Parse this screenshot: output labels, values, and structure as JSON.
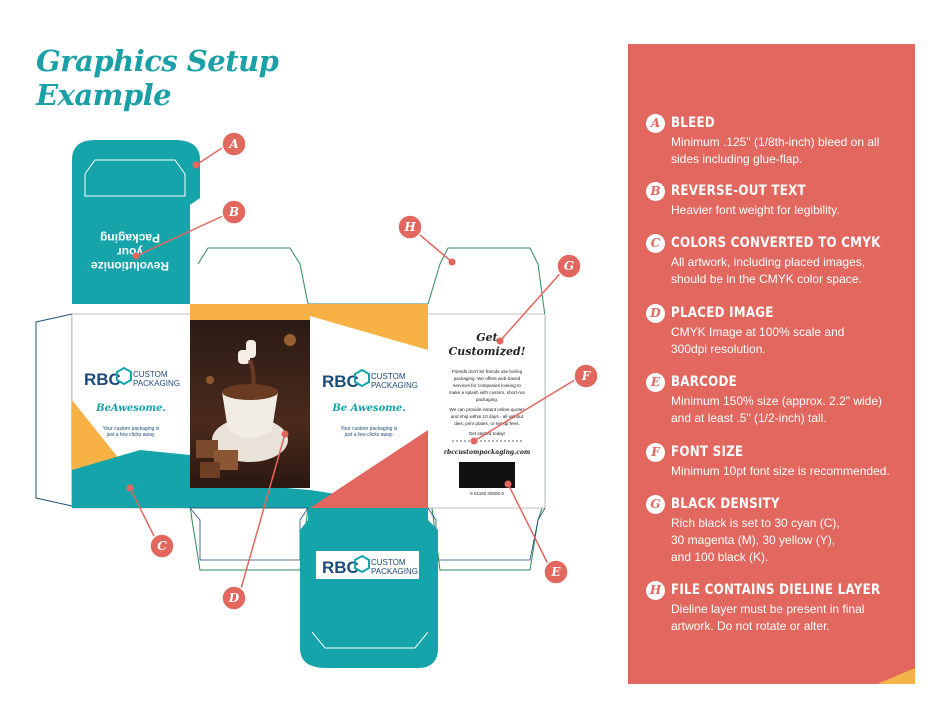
{
  "title": {
    "line1": "Graphics Setup",
    "line2": "Example"
  },
  "colors": {
    "teal": "#16a4ab",
    "coral": "#e2675f",
    "orange": "#f7b144",
    "navy": "#1d4b7a",
    "dieline": "#2e8b57"
  },
  "box": {
    "brand_letters": "RBC",
    "brand_line1": "CUSTOM",
    "brand_line2": "PACKAGING",
    "tagline": "BeAwesome.",
    "tagline_2": "Be Awesome.",
    "small_text_1": "Your custom packaging is",
    "small_text_2": "just a few clicks away.",
    "top_flap_line1": "Revolutionize",
    "top_flap_line2": "your",
    "top_flap_line3": "Packaging",
    "side_heading_1": "Get",
    "side_heading_2": "Customized!",
    "side_para_1": "Friends don't let friends use boring",
    "side_para_2": "packaging. We offers web-based",
    "side_para_3": "services for companies looking to",
    "side_para_4": "make a splash with custom, short-run",
    "side_para_5": "packaging.",
    "side_para_6": "We can provide instant online quotes",
    "side_para_7": "and ship within 10 days - all without",
    "side_para_8": "dies, print plates, or set-up fees.",
    "side_cta": "Get started today!",
    "website": "rbccustompackaging.com",
    "barcode_number": "6  81162  00000  9"
  },
  "callouts": [
    "A",
    "B",
    "C",
    "D",
    "E",
    "F",
    "G",
    "H"
  ],
  "requirements": [
    {
      "letter": "A",
      "heading": "BLEED",
      "text": "Minimum .125\" (1/8th-inch) bleed on all\nsides including glue-flap."
    },
    {
      "letter": "B",
      "heading": "REVERSE-OUT TEXT",
      "text": "Heavier font weight for legibility."
    },
    {
      "letter": "C",
      "heading": "COLORS CONVERTED TO CMYK",
      "text": "All artwork, including placed images,\nshould be in the CMYK color space."
    },
    {
      "letter": "D",
      "heading": "PLACED IMAGE",
      "text": "CMYK Image at 100% scale and\n300dpi resolution."
    },
    {
      "letter": "E",
      "heading": "BARCODE",
      "text": "Minimum 150% size (approx. 2.2\" wide)\nand at least .5\" (1/2-inch) tall."
    },
    {
      "letter": "F",
      "heading": "FONT SIZE",
      "text": "Minimum 10pt font size is recommended."
    },
    {
      "letter": "G",
      "heading": "BLACK DENSITY",
      "text": "Rich black is set to 30 cyan (C),\n30 magenta (M), 30 yellow (Y),\nand 100 black (K)."
    },
    {
      "letter": "H",
      "heading": "FILE CONTAINS DIELINE LAYER",
      "text": "Dieline layer must be present in final\nartwork. Do not rotate or alter."
    }
  ]
}
